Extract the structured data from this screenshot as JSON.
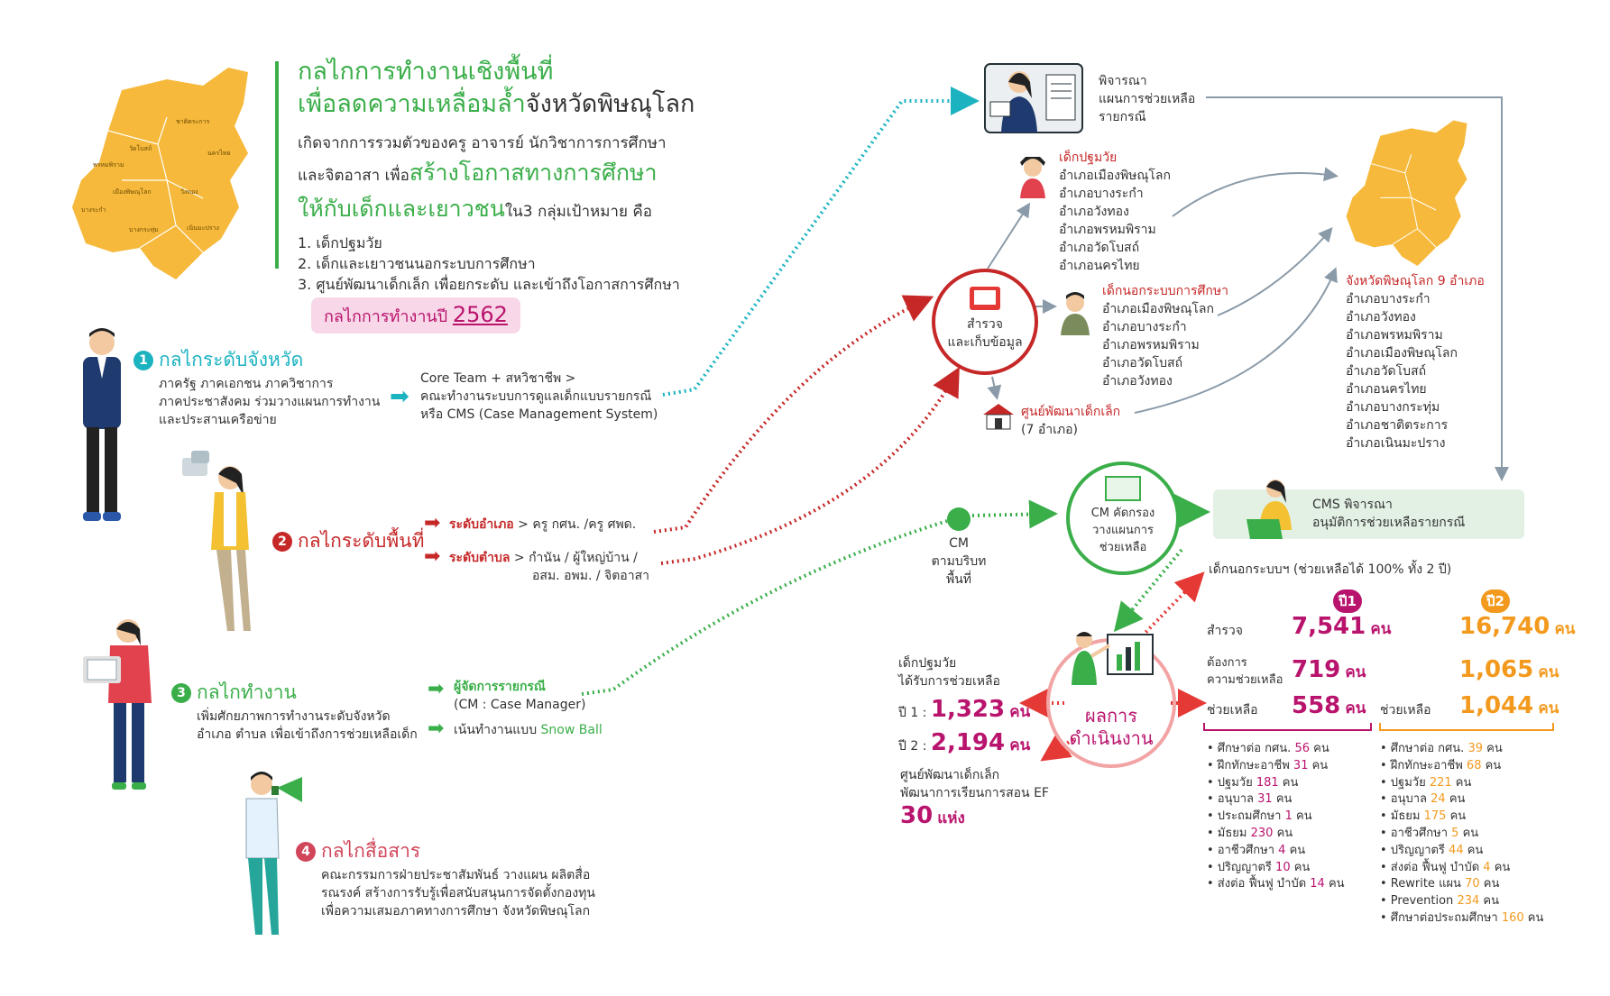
{
  "header": {
    "title_line1": "กลไกการทำงานเชิงพื้นที่",
    "title_line2a": "เพื่อลดความเหลื่อมล้ำ",
    "title_line2b": "จังหวัดพิษณุโลก",
    "desc_line1": "เกิดจากการรวมตัวของครู อาจารย์ นักวิชาการการศึกษา",
    "desc_line2a": "และจิตอาสา เพื่อ",
    "desc_line2b": "สร้างโอกาสทางการศึกษา",
    "desc_line3a": "ให้กับเด็กและเยาวชน",
    "desc_line3b": "ใน3 กลุ่มเป้าหมาย คือ",
    "targets": [
      "1. เด็กปฐมวัย",
      "2. เด็กและเยาวชนนอกระบบการศึกษา",
      "3. ศูนย์พัฒนาเด็กเล็ก เพื่อยกระดับ และเข้าถึงโอกาสการศึกษา"
    ],
    "year_label_a": "กลไกการทำงานปี ",
    "year_label_b": "2562"
  },
  "map_labels": [
    "ชาติตระการ",
    "วัดโบสถ์",
    "นครไทย",
    "พรหมพิราม",
    "เมืองพิษณุโลก",
    "วังทอง",
    "บางระกำ",
    "บางกระทุ่ม",
    "เนินมะปราง"
  ],
  "mechanisms": {
    "m1": {
      "num": "1",
      "title": "กลไกระดับจังหวัด",
      "lines": [
        "ภาครัฐ ภาคเอกชน ภาควิชาการ",
        "ภาคประชาสังคม ร่วมวางแผนการทำงาน",
        "และประสานเครือข่าย"
      ],
      "result_lines": [
        "Core Team + สหวิชาชีพ >",
        "คณะทำงานระบบการดูแลเด็กแบบรายกรณี",
        "หรือ CMS (Case Management System)"
      ]
    },
    "m2": {
      "num": "2",
      "title": "กลไกระดับพื้นที่",
      "row1_label": "ระดับอำเภอ",
      "row1_text": " > ครู กศน. /ครู ศพด.",
      "row2_label": "ระดับตำบล",
      "row2_text": " > กำนัน / ผู้ใหญ่บ้าน /",
      "row2_text2": "อสม. อพม. / จิตอาสา"
    },
    "m3": {
      "num": "3",
      "title": "กลไกทำงาน",
      "lines": [
        "เพิ่มศักยภาพการทำงานระดับจังหวัด",
        "อำเภอ ตำบล เพื่อเข้าถึงการช่วยเหลือเด็ก"
      ],
      "row1_label": "ผู้จัดการรายกรณี",
      "row1_text": "(CM : Case Manager)",
      "row2_a": "เน้นทำงานแบบ ",
      "row2_b": "Snow Ball"
    },
    "m4": {
      "num": "4",
      "title": "กลไกสื่อสาร",
      "lines": [
        "คณะกรรมการฝ่ายประชาสัมพันธ์ วางแผน ผลิตสื่อ",
        "รณรงค์ สร้างการรับรู้เพื่อสนับสนุนการจัดตั้งกองทุน",
        "เพื่อความเสมอภาคทางการศึกษา จังหวัดพิษณุโลก"
      ]
    }
  },
  "plan": {
    "lines": [
      "พิจารณา",
      "แผนการช่วยเหลือ",
      "รายกรณี"
    ]
  },
  "survey": {
    "line1": "สำรวจ",
    "line2": "และเก็บข้อมูล"
  },
  "early": {
    "title": "เด็กปฐมวัย",
    "items": [
      "อำเภอเมืองพิษณุโลก",
      "อำเภอบางระกำ",
      "อำเภอวังทอง",
      "อำเภอพรหมพิราม",
      "อำเภอวัดโบสถ์",
      "อำเภอนครไทย"
    ]
  },
  "outsys": {
    "title": "เด็กนอกระบบการศึกษา",
    "items": [
      "อำเภอเมืองพิษณุโลก",
      "อำเภอบางระกำ",
      "อำเภอพรหมพิราม",
      "อำเภอวัดโบสถ์",
      "อำเภอวังทอง"
    ]
  },
  "center": {
    "title": "ศูนย์พัฒนาเด็กเล็ก",
    "sub": "(7 อำเภอ)"
  },
  "province": {
    "title": "จังหวัดพิษณุโลก 9 อำเภอ",
    "items": [
      "อำเภอบางระกำ",
      "อำเภอวังทอง",
      "อำเภอพรหมพิราม",
      "อำเภอเมืองพิษณุโลก",
      "อำเภอวัดโบสถ์",
      "อำเภอนครไทย",
      "อำเภอบางกระทุ่ม",
      "อำเภอชาติตระการ",
      "อำเภอเนินมะปราง"
    ]
  },
  "cm_node": {
    "title": "CM",
    "sub1": "ตามบริบท",
    "sub2": "พื้นที่"
  },
  "cm_screen": {
    "lines": [
      "CM คัดกรอง",
      "วางแผนการ",
      "ช่วยเหลือ"
    ]
  },
  "cms_box": {
    "line1": "CMS พิจารณา",
    "line2": "อนุมัติการช่วยเหลือรายกรณี"
  },
  "results_circle": {
    "line1": "ผลการ",
    "line2": "ดำเนินงาน"
  },
  "early_result": {
    "lines": [
      "เด็กปฐมวัย",
      "ได้รับการช่วยเหลือ"
    ],
    "y1_label": "ปี 1 : ",
    "y1_value": "1,323",
    "y2_label": "ปี 2 : ",
    "y2_value": "2,194",
    "unit": "คน"
  },
  "center_result": {
    "line1": "ศูนย์พัฒนาเด็กเล็ก",
    "line2": "พัฒนาการเรียนการสอน EF",
    "value": "30",
    "unit": "แห่ง"
  },
  "outsys_result": {
    "title": "เด็กนอกระบบฯ (ช่วยเหลือได้ 100% ทั้ง 2 ปี)",
    "y1_badge": "ปี1",
    "y2_badge": "ปี2",
    "row_survey": "สำรวจ",
    "row_need_1": "ต้องการ",
    "row_need_2": "ความช่วยเหลือ",
    "row_help": "ช่วยเหลือ",
    "row_help_y2": "ช่วยเหลือ",
    "y1_survey": "7,541",
    "y1_need": "719",
    "y1_help": "558",
    "y2_survey": "16,740",
    "y2_need": "1,065",
    "y2_help": "1,044",
    "unit": "คน",
    "y1_list": [
      {
        "label": "• ศึกษาต่อ กศน. ",
        "value": "56",
        "unit": " คน"
      },
      {
        "label": "• ฝึกทักษะอาชีพ ",
        "value": "31",
        "unit": " คน"
      },
      {
        "label": "• ปฐมวัย ",
        "value": "181",
        "unit": " คน"
      },
      {
        "label": "• อนุบาล ",
        "value": "31",
        "unit": " คน"
      },
      {
        "label": "• ประถมศึกษา ",
        "value": "1",
        "unit": " คน"
      },
      {
        "label": "• มัธยม ",
        "value": "230",
        "unit": " คน"
      },
      {
        "label": "• อาชีวศึกษา ",
        "value": "4",
        "unit": " คน"
      },
      {
        "label": "• ปริญญาตรี ",
        "value": "10",
        "unit": " คน"
      },
      {
        "label": "• ส่งต่อ ฟื้นฟู บำบัด ",
        "value": "14",
        "unit": " คน"
      }
    ],
    "y2_list": [
      {
        "label": "• ศึกษาต่อ กศน. ",
        "value": "39",
        "unit": " คน"
      },
      {
        "label": "• ฝึกทักษะอาชีพ ",
        "value": "68",
        "unit": " คน"
      },
      {
        "label": "• ปฐมวัย ",
        "value": "221",
        "unit": " คน"
      },
      {
        "label": "• อนุบาล ",
        "value": "24",
        "unit": " คน"
      },
      {
        "label": "• มัธยม ",
        "value": "175",
        "unit": " คน"
      },
      {
        "label": "• อาชีวศึกษา ",
        "value": "5",
        "unit": " คน"
      },
      {
        "label": "• ปริญญาตรี ",
        "value": "44",
        "unit": " คน"
      },
      {
        "label": "• ส่งต่อ ฟื้นฟู บำบัด ",
        "value": "4",
        "unit": " คน"
      },
      {
        "label": "• Rewrite แผน ",
        "value": "70",
        "unit": " คน"
      },
      {
        "label": "• Prevention ",
        "value": "234",
        "unit": " คน"
      },
      {
        "label": "• ศึกษาต่อประถมศึกษา ",
        "value": "160",
        "unit": " คน"
      }
    ]
  },
  "colors": {
    "green": "#3aae49",
    "pink": "#b9146d",
    "orange": "#f39a1e",
    "red": "#c62828",
    "teal": "#1cb3c1",
    "map": "#f6b93b"
  }
}
